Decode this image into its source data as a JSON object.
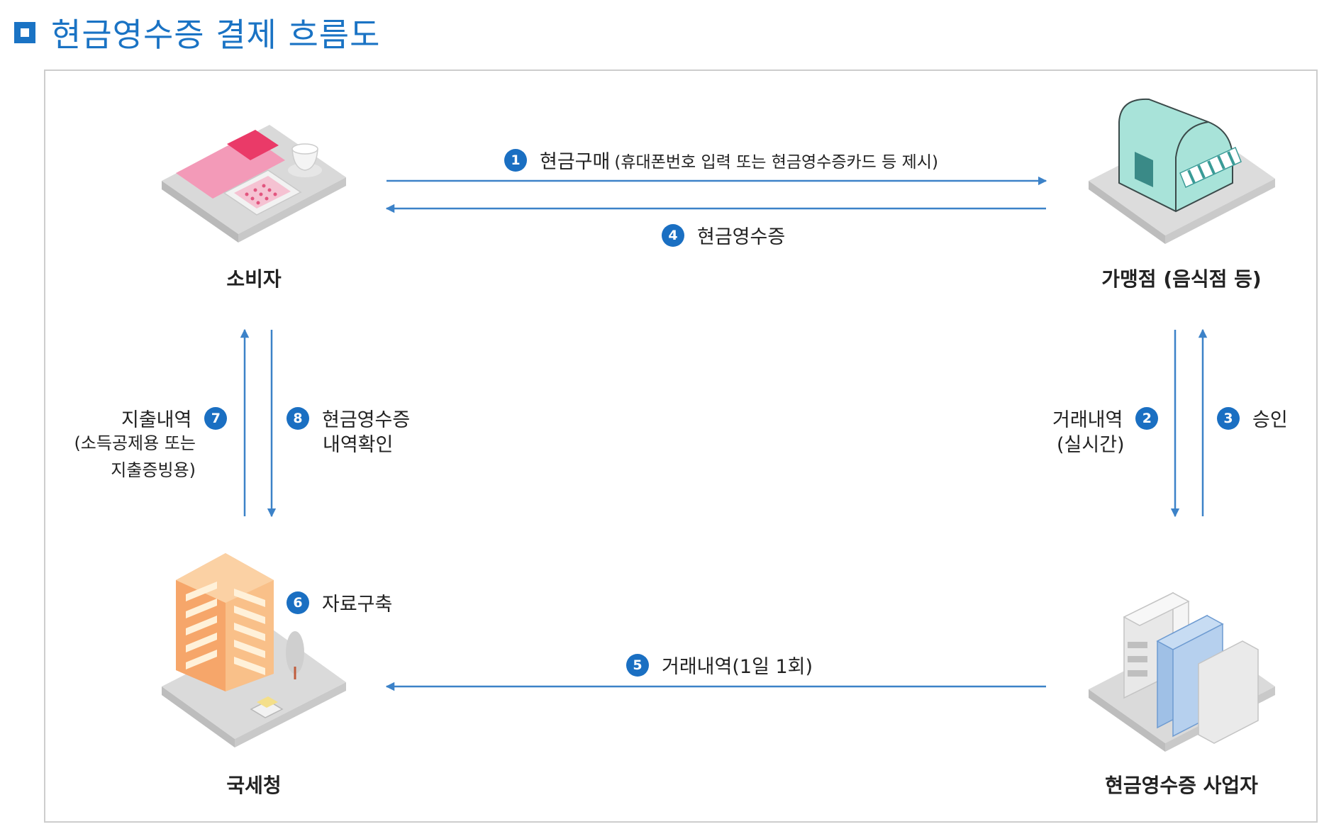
{
  "title": "현금영수증 결제 흐름도",
  "nodes": {
    "consumer": "소비자",
    "merchant": "가맹점 (음식점 등)",
    "nts": "국세청",
    "provider": "현금영수증 사업자"
  },
  "steps": {
    "s1": {
      "num": "1",
      "label": "현금구매",
      "sub": "(휴대폰번호 입력 또는 현금영수증카드 등 제시)"
    },
    "s2": {
      "num": "2",
      "line1": "거래내역",
      "line2": "(실시간)"
    },
    "s3": {
      "num": "3",
      "label": "승인"
    },
    "s4": {
      "num": "4",
      "label": "현금영수증"
    },
    "s5": {
      "num": "5",
      "label": "거래내역(1일 1회)"
    },
    "s6": {
      "num": "6",
      "label": "자료구축"
    },
    "s7": {
      "num": "7",
      "line1": "지출내역",
      "line2": "(소득공제용 또는",
      "line3": "지출증빙용)"
    },
    "s8": {
      "num": "8",
      "line1": "현금영수증",
      "line2": "내역확인"
    }
  },
  "colors": {
    "accent": "#1a73c4",
    "arrow": "#3c82c8",
    "badge": "#1a6fc2",
    "frame_border": "#cdcdcd"
  },
  "icons": {
    "consumer": "wallet-calculator-cup-icon",
    "merchant": "shop-awning-icon",
    "nts": "office-building-icon",
    "provider": "server-storage-icon"
  }
}
